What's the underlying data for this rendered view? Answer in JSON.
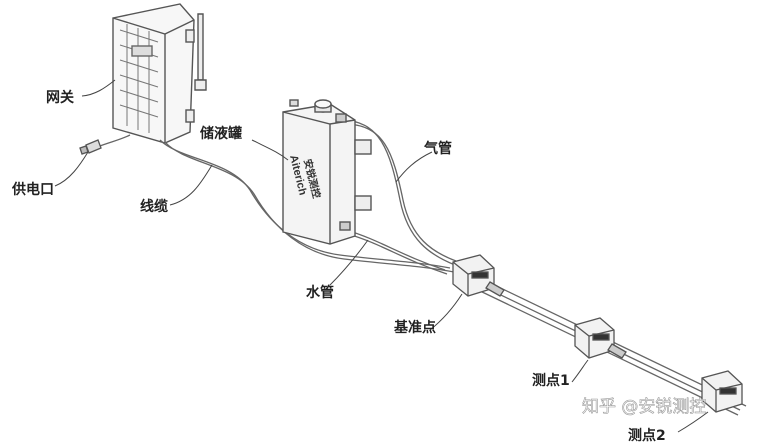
{
  "labels": {
    "gateway": "网关",
    "power_port": "供电口",
    "cable": "线缆",
    "reservoir": "储液罐",
    "air_pipe": "气管",
    "water_pipe": "水管",
    "reference_point": "基准点",
    "point1": "测点1",
    "point2": "测点2"
  },
  "brand": {
    "latin": "Aiterich",
    "chinese": "安锐测控"
  },
  "watermark": "知乎 @安锐测控",
  "colors": {
    "line": "#555555",
    "label": "#222222",
    "body_fill": "#f4f4f4"
  }
}
